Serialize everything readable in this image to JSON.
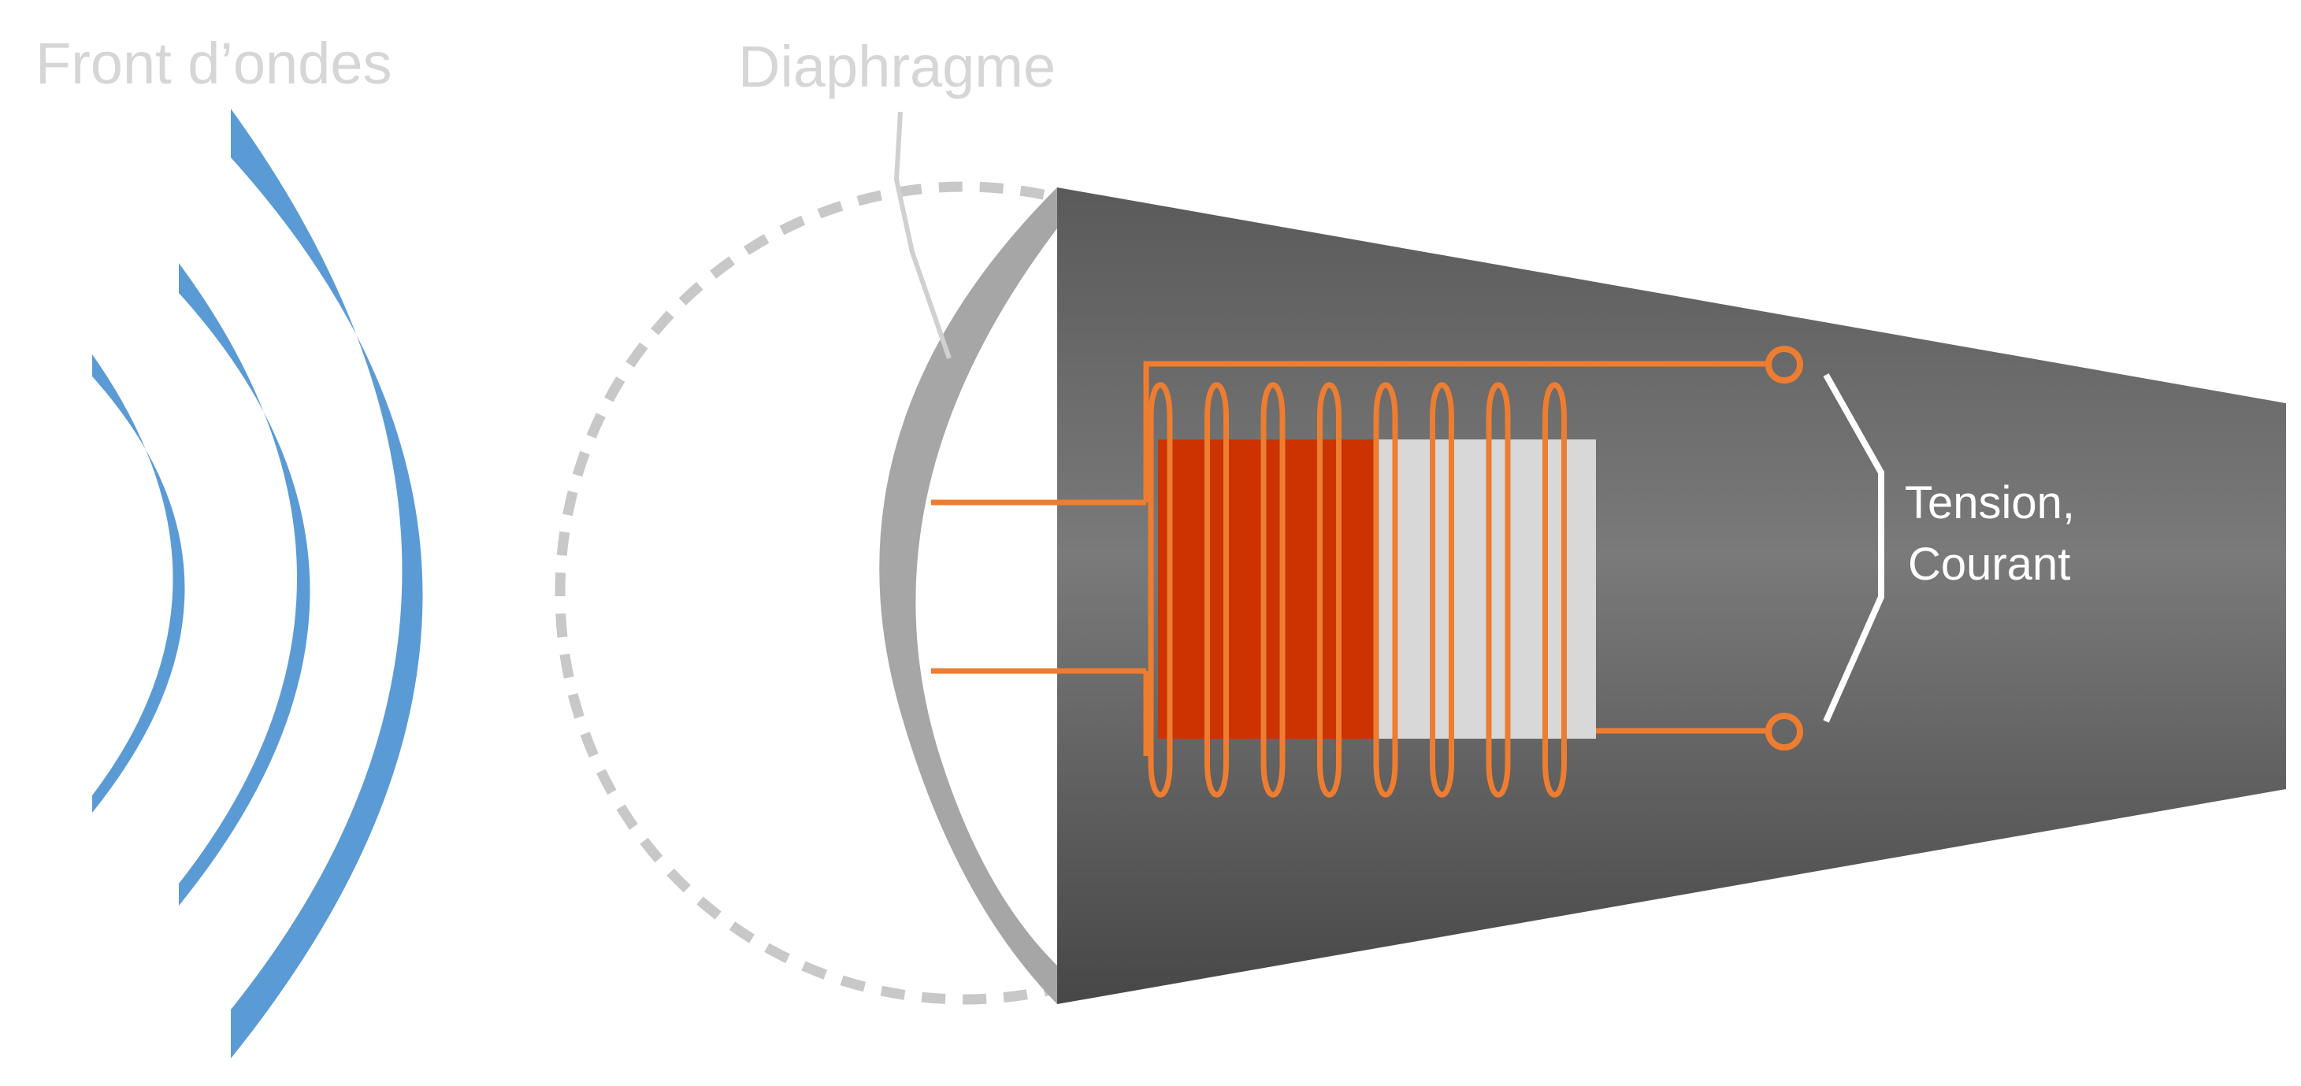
{
  "labels": {
    "wavefront": "Front d’ondes",
    "diaphragm": "Diaphragme",
    "output_line1": "Tension,",
    "output_line2": "Courant"
  },
  "colors": {
    "wave": "#5b9bd5",
    "body_dark": "#4a4a4a",
    "body_light": "#7a7a7a",
    "diaphragm": "#a6a6a6",
    "dashed_outline": "#c8c8c8",
    "coil": "#ed7d31",
    "magnet_red": "#cc3300",
    "magnet_grey": "#d8d8d8",
    "label_grey": "#d6d6d6",
    "label_white": "#ffffff"
  }
}
